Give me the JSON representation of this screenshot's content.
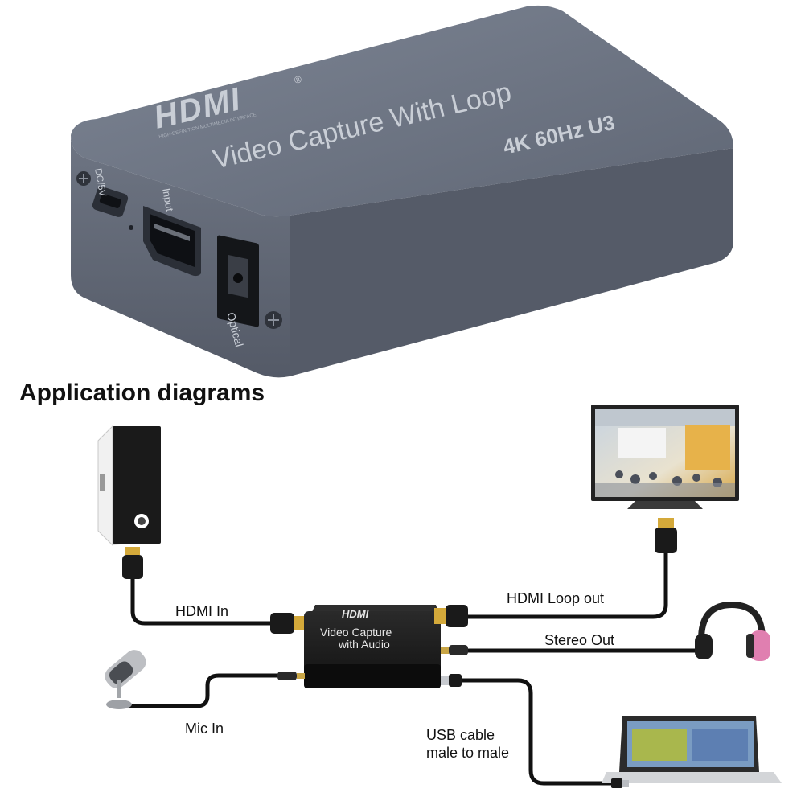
{
  "product": {
    "brand": "HDMI",
    "brand_mark": "®",
    "brand_tagline": "HIGH-DEFINITION MULTIMEDIA INTERFACE",
    "title": "Video Capture With Loop",
    "spec": "4K 60Hz U3",
    "port_dc": "DC/5V",
    "port_input": "Input",
    "port_optical": "Optical"
  },
  "diagram": {
    "heading": "Application diagrams",
    "device_brand": "HDMI",
    "device_line1": "Video    Capture",
    "device_line2": "with Audio",
    "labels": {
      "hdmi_in": "HDMI In",
      "hdmi_loop_out": "HDMI Loop out",
      "stereo_out": "Stereo Out",
      "mic_in": "Mic In",
      "usb_line1": "USB cable",
      "usb_line2": "male to male"
    }
  },
  "colors": {
    "body_gray": "#6f7684",
    "emboss": "#c9ced6",
    "device_black": "#1b1b1b",
    "connector_gold": "#d4a93a",
    "cable": "#111111",
    "headphone_pink": "#e07fb0"
  }
}
